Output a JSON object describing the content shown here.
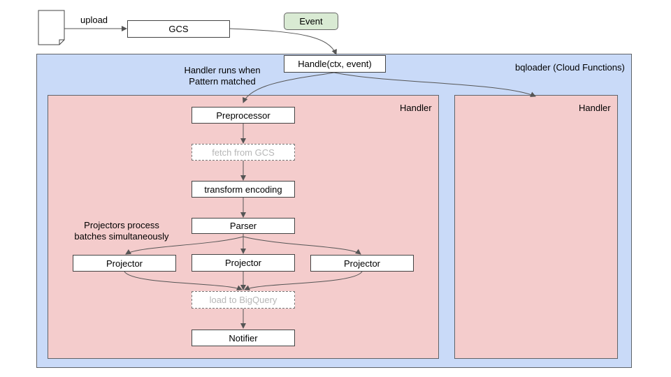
{
  "upload_label": "upload",
  "gcs_label": "GCS",
  "event_label": "Event",
  "handle_label": "Handle(ctx, event)",
  "outer_label": "bqloader (Cloud Functions)",
  "handler_note": [
    "Handler runs when",
    "Pattern matched"
  ],
  "handler_left_label": "Handler",
  "handler_right_label": "Handler",
  "pipeline": {
    "preprocessor": "Preprocessor",
    "fetch": "fetch from GCS",
    "transform": "transform encoding",
    "parser": "Parser",
    "projectors": [
      "Projector",
      "Projector",
      "Projector"
    ],
    "load": "load to BigQuery",
    "notifier": "Notifier"
  },
  "projectors_note": [
    "Projectors process",
    "batches simultaneously"
  ],
  "colors": {
    "outer_bg": "#c9daf8",
    "handler_bg": "#f4cccc",
    "event_bg": "#d9ead3",
    "disabled_text": "#b7b7b7"
  },
  "icons": {
    "document": "document-icon"
  }
}
